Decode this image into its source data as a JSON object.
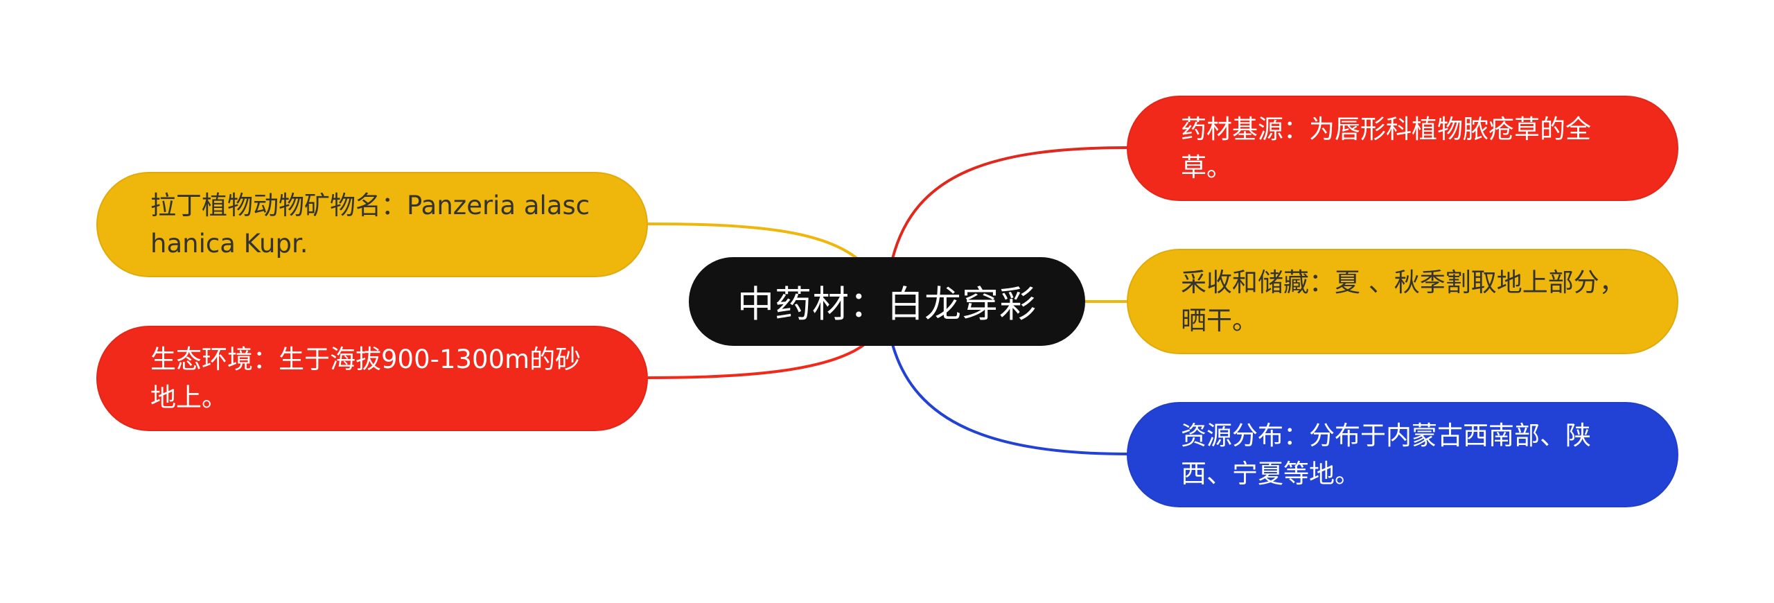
{
  "colors": {
    "red": "#f1291b",
    "yellow": "#efb60b",
    "blue": "#2242d6",
    "center": "#111111",
    "background": "#ffffff"
  },
  "center": {
    "label": "中药材：白龙穿彩"
  },
  "nodes": [
    {
      "id": "latin-name",
      "side": "left",
      "color": "yellow",
      "label": "拉丁植物动物矿物名：Panzeria alaschanica Kupr."
    },
    {
      "id": "habitat",
      "side": "left",
      "color": "red",
      "label": "生态环境：生于海拔900-1300m的砂地上。"
    },
    {
      "id": "origin",
      "side": "right",
      "color": "red",
      "label": "药材基源：为唇形科植物脓疮草的全草。"
    },
    {
      "id": "harvest",
      "side": "right",
      "color": "yellow",
      "label": "采收和储藏：夏 、秋季割取地上部分，晒干。"
    },
    {
      "id": "distribution",
      "side": "right",
      "color": "blue",
      "label": "资源分布：分布于内蒙古西南部、陕西、宁夏等地。"
    }
  ]
}
